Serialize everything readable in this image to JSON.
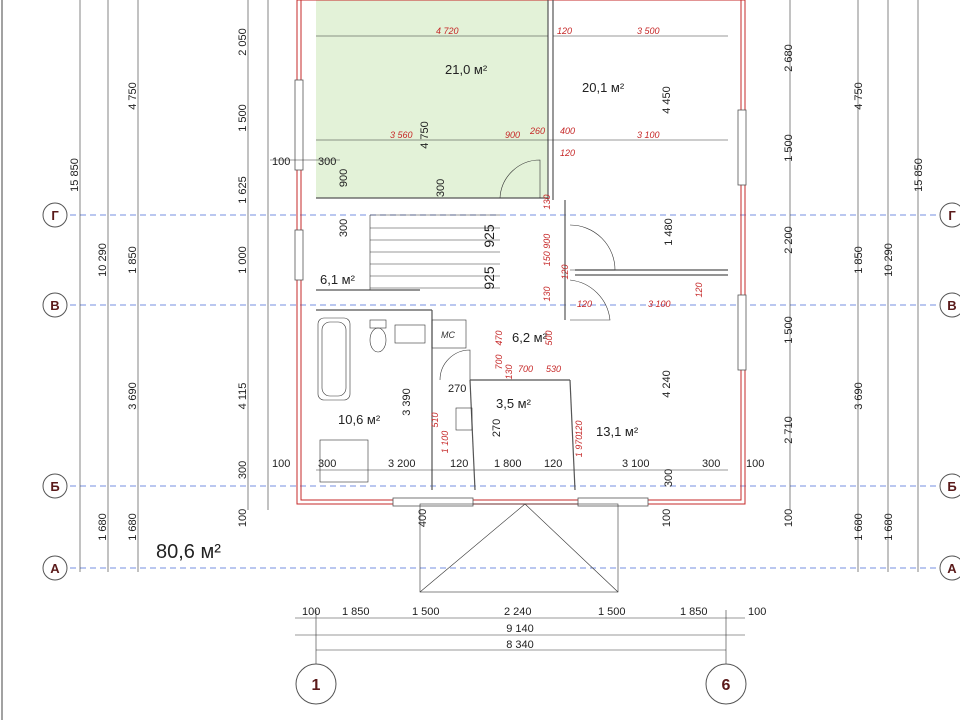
{
  "total_area": "80,6 м²",
  "rooms": [
    {
      "id": "r1",
      "area": "21,0 м²"
    },
    {
      "id": "r2",
      "area": "20,1 м²"
    },
    {
      "id": "r3",
      "area": "6,1 м²"
    },
    {
      "id": "r4",
      "area": "6,2 м²"
    },
    {
      "id": "r5",
      "area": "10,6 м²"
    },
    {
      "id": "r6",
      "area": "3,5 м²"
    },
    {
      "id": "r7",
      "area": "13,1 м²"
    }
  ],
  "axes": {
    "rows": [
      "Г",
      "В",
      "Б",
      "А"
    ],
    "cols": [
      "1",
      "6"
    ]
  },
  "fixture_label": "МС",
  "dims_left_outer": [
    "15 850",
    "10 290",
    "1 680"
  ],
  "dims_left_mid": [
    "4 750",
    "1 850",
    "3 690",
    "1 680"
  ],
  "dims_left_inner": [
    "2 050",
    "1 500",
    "1 625",
    "1 000",
    "4 115",
    "300",
    "100"
  ],
  "dims_right_inner": [
    "2 680",
    "1 500",
    "2 200",
    "1 500",
    "2 710",
    "100"
  ],
  "dims_right_mid": [
    "4 750",
    "1 850",
    "3 690",
    "1 680"
  ],
  "dims_right_outer": [
    "15 850",
    "10 290",
    "1 680"
  ],
  "dims_bottom_row1": [
    "100",
    "1 850",
    "1 500",
    "2 240",
    "1 500",
    "1 850",
    "100"
  ],
  "dims_bottom_row2": "9 140",
  "dims_bottom_row3": "8 340",
  "dims_inner_black": [
    "4 750",
    "4 450",
    "300",
    "900",
    "300",
    "100",
    "300",
    "925",
    "925",
    "1 480",
    "4 240",
    "3 390",
    "270",
    "270",
    "100",
    "300",
    "3 200",
    "120",
    "1 800",
    "120",
    "3 100",
    "300",
    "100",
    "400",
    "100",
    "300"
  ],
  "dims_inner_red": [
    "4 720",
    "120",
    "3 500",
    "3 560",
    "900",
    "260",
    "400",
    "3 100",
    "120",
    "130",
    "150 900",
    "120",
    "130",
    "120",
    "3 100",
    "120",
    "470",
    "700",
    "500",
    "130",
    "700",
    "530",
    "510",
    "1 100",
    "1 970",
    "120"
  ]
}
